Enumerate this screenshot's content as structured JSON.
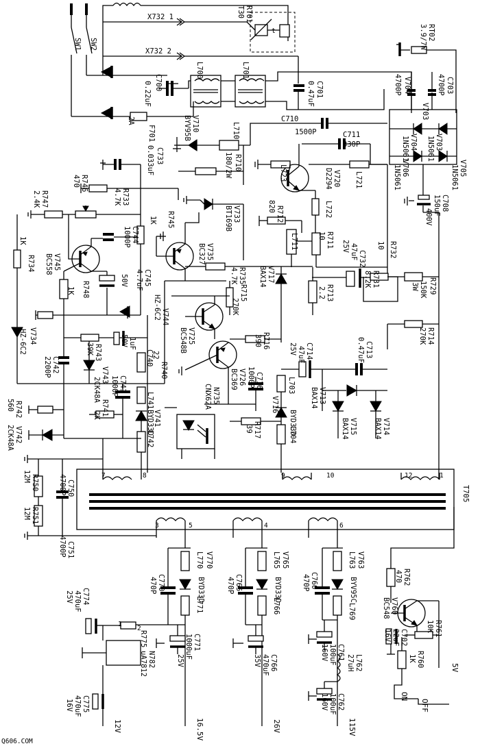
{
  "watermark": "Q606.COM",
  "labels": {
    "x732_1": "X732 1",
    "x732_2": "X732 2",
    "rt01": "RT01",
    "t30": "T30",
    "t_sym": "t",
    "rt02": "RT02",
    "rt02_val": "3.9/7W",
    "sw1": "SW1",
    "sw2": "SW2",
    "c700": "C700",
    "c700_val": "0.22uF",
    "f701": "F701",
    "f701_val": "2A",
    "l700": "L700",
    "l701": "L701",
    "c701": "C701",
    "c701_val": "0.47uF",
    "v704": "V704",
    "c704_val": "4700P",
    "c703": "C703",
    "c703_val": "4700P",
    "v703": "V703",
    "c710": "C710",
    "c710_val": "1500P",
    "c711": "C711",
    "c711_val": "330P",
    "v710": "V710",
    "v710_val": "BYV95B",
    "l710": "L710",
    "r710": "R710",
    "r710_val": "180/2W",
    "c733": "C733",
    "c733_val": "0.033uF",
    "v704b": "V704",
    "v704b_val": "1N5061",
    "v703b": "V703",
    "v703b_val": "1N5061",
    "v706": "V706",
    "v706_val": "1N5061",
    "v705": "V705",
    "v705_val": "1N5061",
    "l723": "L723",
    "v720": "V720",
    "v720_val": "D2294",
    "l721": "L721",
    "r747": "R747",
    "r747_val": "2.4K",
    "r746": "R746",
    "r746_val": "470",
    "r733": "R733",
    "r733_val": "4.7K",
    "v733": "V733",
    "v733_val": "BT169B",
    "r712": "R712",
    "r712_val": "820",
    "l722": "L722",
    "c708": "C708",
    "c708_val": "150uF",
    "c708_v": "400V",
    "c744": "C744",
    "c744_val": "1000P",
    "r745": "R745",
    "r745_val": "1K",
    "l711": "L711",
    "r711": "R711",
    "r711_val": "10",
    "c732": "C732",
    "c732_val": "47uF",
    "c732_v": "25V",
    "r732": "R732",
    "r732_val": "10",
    "r734": "R734",
    "r734_val": "1K",
    "v745": "V745",
    "v745_val": "BC558",
    "v735": "V735",
    "v735_val": "BC327",
    "c745": "C745",
    "c745_val": "4.7uF",
    "c745_v": "50V",
    "r735": "R735",
    "r735_val": "4.7K",
    "v717": "V717",
    "v717_val": "BAX14",
    "r731": "R731",
    "r731_val": "8.2K",
    "r729": "R729",
    "r729_val": "150K",
    "r729_p": "3W",
    "r748": "R748",
    "r748_val": "1K",
    "v744": "V744",
    "v744_val": "HZ-6C2",
    "r715": "R715",
    "r715_val": "270K",
    "r713": "R713",
    "r713_val": "2.2",
    "v734": "V734",
    "v734_val": "HZ-6C2",
    "r714": "R714",
    "r714_val": "270K",
    "v725": "V725",
    "v725_val": "BC548B",
    "r716": "R716",
    "r716_val": "390",
    "c714": "C714",
    "c714_val": "47uF",
    "c714_v": "25V",
    "c713": "C713",
    "c713_val": "0.47uF",
    "c742": "C742",
    "c742_val": "2200P",
    "r743": "R743",
    "r743_val": "39K",
    "c740": "C740",
    "c740_val": "1uF",
    "c740_v": "50V",
    "r740": "R740",
    "r740_val": "22",
    "v726": "V726",
    "v726_val": "BC369",
    "v743": "V743",
    "v743_val": "2CK48A",
    "c716": "C716",
    "c716_val": "1000P",
    "l703": "L703",
    "v713": "V713",
    "v713_val": "BAX14",
    "n735": "N735",
    "n735_val": "CNX62A",
    "c741": "C741",
    "c741_val": "1000P",
    "l741": "L741",
    "v716": "V716",
    "v716_val": "BYD33D",
    "v741": "V741",
    "v741_val": "BYD33D",
    "r741": "R741",
    "r741_val": "2K",
    "r717": "R717",
    "r717_val": "39",
    "l704": "L704",
    "v715": "V715",
    "v715_val": "BAX14",
    "v714": "V714",
    "v714_val": "BAX14",
    "r742": "R742",
    "r742_val": "560",
    "v742": "V742",
    "v742_val": "2CK48A",
    "l742": "L742",
    "r750": "R750",
    "r750_val": "12M",
    "c750": "C750",
    "c750_val": "4700P",
    "r751": "R751",
    "r751_val": "12M",
    "c751": "C751",
    "c751_val": "4700P",
    "t705": "T705",
    "p7": "7",
    "p8": "8",
    "p9": "9",
    "p10": "10",
    "p12": "12",
    "p1": "1",
    "p3": "3",
    "p5": "5",
    "p4": "4",
    "p6": "6",
    "p1b": "1",
    "p2b": "2",
    "l770": "L770",
    "c770": "C770",
    "c770_val": "470P",
    "v770": "V770",
    "v770_val": "BYD33D",
    "l771": "L771",
    "l765": "L765",
    "c765": "C765",
    "c765_val": "470P",
    "v765": "V765",
    "v765_val": "BYD33D",
    "l766": "L766",
    "l763": "L763",
    "c760": "C760",
    "c760_val": "470P",
    "v763": "V763",
    "v763_val": "BYV95C",
    "l769": "L769",
    "r762": "R762",
    "r762_val": "470",
    "v760": "V760",
    "v760_val": "BC548",
    "c774": "C774",
    "c774_val": "470uF",
    "c774_v": "25V",
    "r775": "R775",
    "n782": "N782",
    "n782_val": "uA7812",
    "c771": "C771",
    "c771_val": "1000uF",
    "c771_v": "25V",
    "c766": "C766",
    "c766_val": "470uF",
    "c766_v": "35V",
    "c761": "C761",
    "c761_val": "100uF",
    "c761_v": "160V",
    "l762": "L762",
    "l762_val": "27uH",
    "c702": "C702",
    "c702_val": "22uF",
    "c702_v": "16V",
    "r761": "R761",
    "r761_val": "10K",
    "r760": "R760",
    "r760_val": "1K",
    "c775": "C775",
    "c775_val": "470uF",
    "c775_v": "16V",
    "c762": "C762",
    "c762_val": "100uF",
    "c762_v": "160V",
    "out_12v": "12V",
    "out_165v": "16.5V",
    "out_26v": "26V",
    "out_115v": "115V",
    "out_5v": "5V",
    "on": "ON",
    "off": "OFF"
  }
}
